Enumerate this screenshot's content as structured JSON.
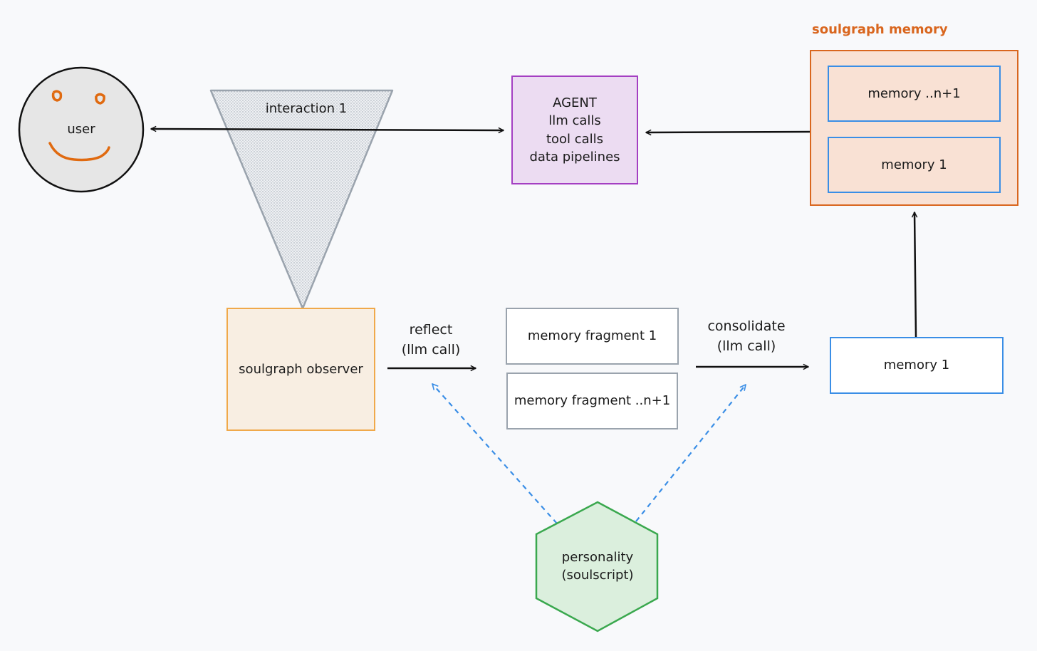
{
  "user": {
    "label": "user"
  },
  "interaction": {
    "label": "interaction 1"
  },
  "agent": {
    "lines": [
      "AGENT",
      "llm calls",
      "tool calls",
      "data pipelines"
    ]
  },
  "soulgraph_memory": {
    "title": "soulgraph memory",
    "items": [
      "memory ..n+1",
      "memory 1"
    ]
  },
  "observer": {
    "label": "soulgraph observer"
  },
  "reflect": {
    "lines": [
      "reflect",
      "(llm call)"
    ]
  },
  "fragments": [
    "memory fragment 1",
    "memory fragment ..n+1"
  ],
  "consolidate": {
    "lines": [
      "consolidate",
      "(llm call)"
    ]
  },
  "memory_out": {
    "label": "memory 1"
  },
  "personality": {
    "lines": [
      "personality",
      "(soulscript)"
    ]
  },
  "colors": {
    "agent_border": "#a43fc2",
    "agent_fill": "#ecdcf2",
    "memory_border": "#d9661e",
    "memory_fill": "#f9e1d4",
    "blue_border": "#3a8ee6",
    "observer_border": "#f0a94a",
    "observer_fill": "#f8eee2",
    "green_border": "#3aa84e",
    "green_fill": "#dbefdd",
    "funnel_border": "#9aa3ad"
  }
}
